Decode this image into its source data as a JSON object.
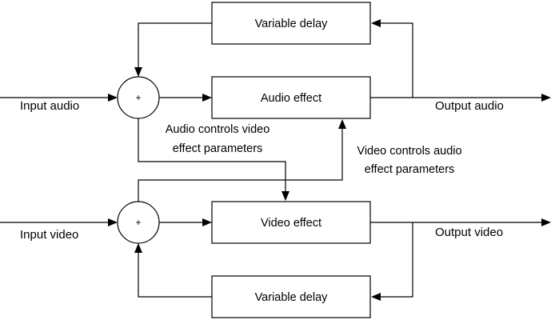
{
  "blocks": {
    "delay_top": "Variable delay",
    "audio_effect": "Audio effect",
    "video_effect": "Video effect",
    "delay_bottom": "Variable delay"
  },
  "summing_nodes": {
    "audio_symbol": "+",
    "video_symbol": "+"
  },
  "signals": {
    "input_audio": "Input audio",
    "output_audio": "Output audio",
    "input_video": "Input video",
    "output_video": "Output video"
  },
  "cross_links": {
    "audio_to_video": [
      "Audio controls video",
      "effect parameters"
    ],
    "video_to_audio": [
      "Video controls audio",
      "effect parameters"
    ]
  }
}
